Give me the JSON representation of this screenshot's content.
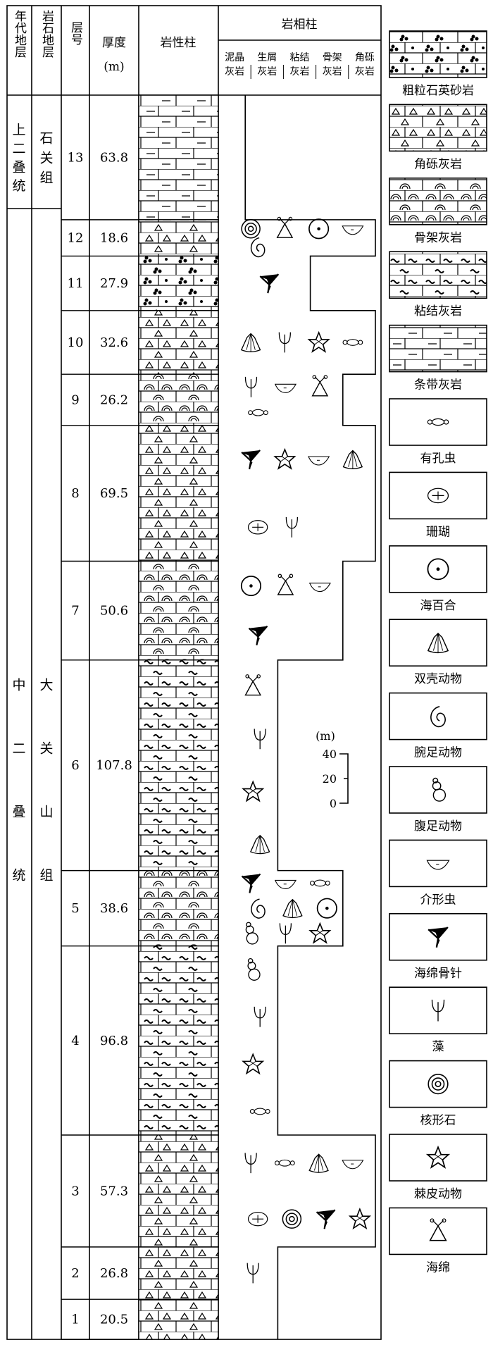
{
  "header": {
    "age": "年代地层",
    "litho": "岩石地层",
    "layer": "层号",
    "thickness": "厚度",
    "unit": "(m)",
    "lith_column": "岩性柱",
    "facies_column": "岩相柱",
    "facies_types": [
      "泥晶灰岩",
      "生屑灰岩",
      "粘结灰岩",
      "骨架灰岩",
      "角砾灰岩"
    ]
  },
  "stages": [
    {
      "label": "上二叠统",
      "layers": [
        13
      ]
    },
    {
      "label": "中二叠统",
      "layers": [
        12,
        11,
        10,
        9,
        8,
        7,
        6,
        5,
        4,
        3,
        2,
        1
      ]
    }
  ],
  "formations": [
    {
      "label": "石关组",
      "layers": [
        13
      ]
    },
    {
      "label": "大关山组",
      "layers": [
        12,
        11,
        10,
        9,
        8,
        7,
        6,
        5,
        4,
        3,
        2,
        1
      ]
    }
  ],
  "layers": [
    {
      "no": "13",
      "thickness": "63.8",
      "lithology": "banded",
      "facies": "泥晶灰岩",
      "fossils": []
    },
    {
      "no": "12",
      "thickness": "18.6",
      "lithology": "breccia",
      "facies": "角砾灰岩",
      "fossils": [
        "oncolite",
        "sponge",
        "crinoid",
        "ostracod",
        "brachiopod"
      ]
    },
    {
      "no": "11",
      "thickness": "27.9",
      "lithology": "sandstone",
      "facies": "粘结灰岩",
      "fossils": [
        "spicule"
      ]
    },
    {
      "no": "10",
      "thickness": "32.6",
      "lithology": "breccia",
      "facies": "角砾灰岩",
      "fossils": [
        "bivalve",
        "algae",
        "echinoderm",
        "foram"
      ]
    },
    {
      "no": "9",
      "thickness": "26.2",
      "lithology": "framework",
      "facies": "骨架灰岩",
      "fossils": [
        "algae",
        "ostracod",
        "sponge",
        "foram"
      ]
    },
    {
      "no": "8",
      "thickness": "69.5",
      "lithology": "breccia",
      "facies": "角砾灰岩",
      "fossils": [
        "spicule",
        "echinoderm",
        "ostracod",
        "bivalve",
        "coral",
        "algae"
      ]
    },
    {
      "no": "7",
      "thickness": "50.6",
      "lithology": "framework",
      "facies": "骨架灰岩",
      "fossils": [
        "crinoid",
        "sponge",
        "ostracod",
        "spicule"
      ]
    },
    {
      "no": "6",
      "thickness": "107.8",
      "lithology": "bindstone",
      "facies": "生屑灰岩",
      "fossils": [
        "sponge",
        "algae",
        "echinoderm",
        "bivalve"
      ]
    },
    {
      "no": "5",
      "thickness": "38.6",
      "lithology": "framework",
      "facies": "骨架灰岩",
      "fossils": [
        "spicule",
        "ostracod",
        "foram",
        "brachiopod",
        "bivalve",
        "crinoid",
        "gastropod",
        "algae",
        "echinoderm"
      ]
    },
    {
      "no": "4",
      "thickness": "96.8",
      "lithology": "bindstone",
      "facies": "生屑灰岩",
      "fossils": [
        "gastropod",
        "algae",
        "echinoderm",
        "foram"
      ]
    },
    {
      "no": "3",
      "thickness": "57.3",
      "lithology": "breccia",
      "facies": "角砾灰岩",
      "fossils": [
        "algae",
        "foram",
        "bivalve",
        "ostracod",
        "coral",
        "oncolite",
        "spicule",
        "echinoderm"
      ]
    },
    {
      "no": "2",
      "thickness": "26.8",
      "lithology": "breccia",
      "facies": "生屑灰岩",
      "fossils": [
        "algae"
      ]
    },
    {
      "no": "1",
      "thickness": "20.5",
      "lithology": "breccia",
      "facies": "生屑灰岩",
      "fossils": []
    }
  ],
  "scale": {
    "unit": "(m)",
    "ticks": [
      "40",
      "20",
      "0"
    ]
  },
  "legend": [
    {
      "key": "sandstone",
      "label": "粗粒石英砂岩"
    },
    {
      "key": "breccia",
      "label": "角砾灰岩"
    },
    {
      "key": "framework",
      "label": "骨架灰岩"
    },
    {
      "key": "bindstone",
      "label": "粘结灰岩"
    },
    {
      "key": "banded",
      "label": "条带灰岩"
    },
    {
      "key": "foram",
      "label": "有孔虫"
    },
    {
      "key": "coral",
      "label": "珊瑚"
    },
    {
      "key": "crinoid",
      "label": "海百合"
    },
    {
      "key": "bivalve",
      "label": "双壳动物"
    },
    {
      "key": "brachiopod",
      "label": "腕足动物"
    },
    {
      "key": "gastropod",
      "label": "腹足动物"
    },
    {
      "key": "ostracod",
      "label": "介形虫"
    },
    {
      "key": "spicule",
      "label": "海绵骨针"
    },
    {
      "key": "algae",
      "label": "藻"
    },
    {
      "key": "oncolite",
      "label": "核形石"
    },
    {
      "key": "echinoderm",
      "label": "棘皮动物"
    },
    {
      "key": "sponge",
      "label": "海绵"
    }
  ]
}
